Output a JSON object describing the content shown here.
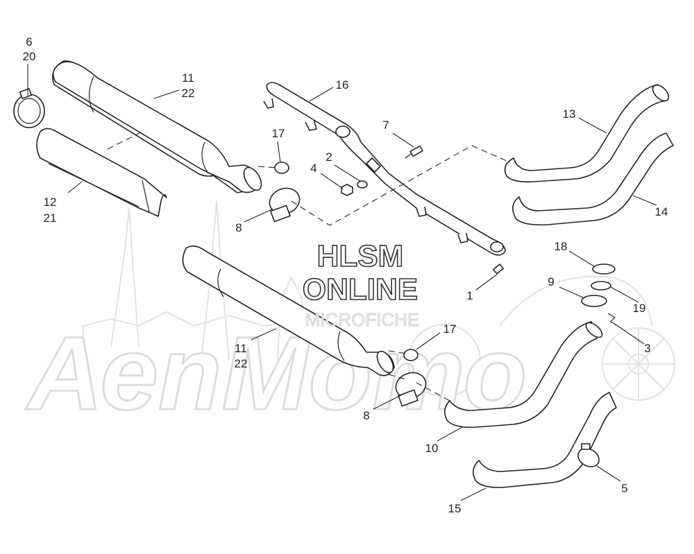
{
  "watermark": {
    "line1": "HLSM",
    "line2": "ONLINE",
    "line3": "MICROFICHE",
    "brand": "АеnМото"
  },
  "callouts": {
    "c1": "1",
    "c2": "2",
    "c3": "3",
    "c4": "4",
    "c5": "5",
    "c6": "6",
    "c20": "20",
    "c7": "7",
    "c8a": "8",
    "c8b": "8",
    "c9": "9",
    "c10": "10",
    "c11a": "11",
    "c22a": "22",
    "c11b": "11",
    "c22b": "22",
    "c12": "12",
    "c21": "21",
    "c13": "13",
    "c14": "14",
    "c15": "15",
    "c16": "16",
    "c17a": "17",
    "c17b": "17",
    "c18": "18",
    "c19": "19"
  }
}
